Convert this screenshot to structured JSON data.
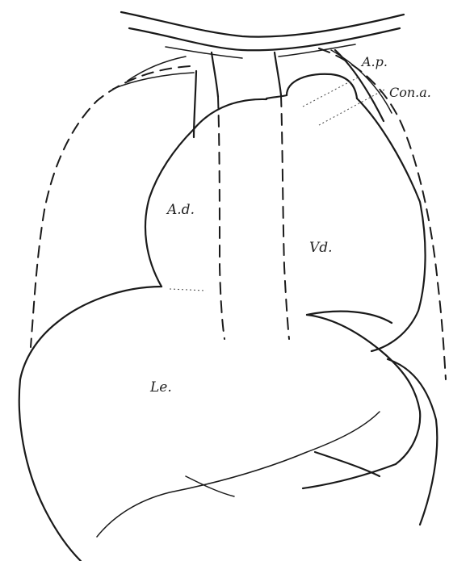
{
  "labels": {
    "ap": "A.p.",
    "con_a": "Con.a.",
    "ad": "A.d.",
    "vd": "Vd.",
    "le": "Le."
  }
}
